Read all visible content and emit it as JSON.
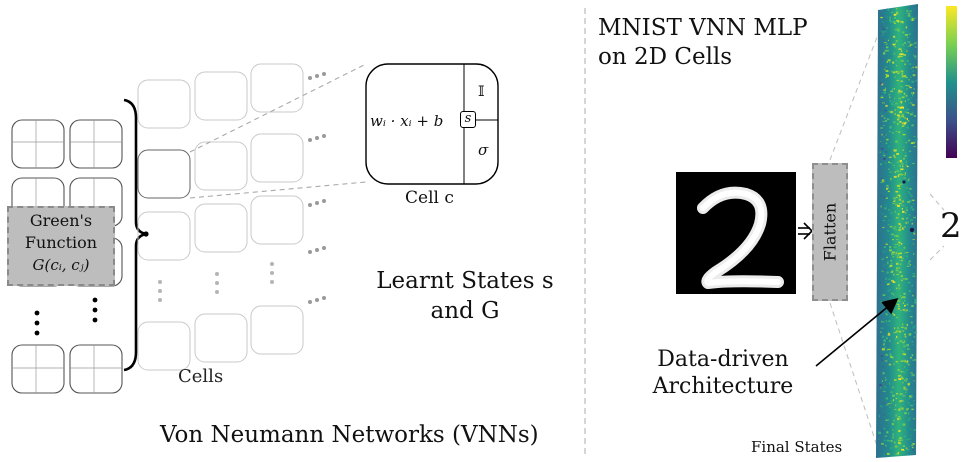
{
  "left_panel": {
    "title": "Von Neumann Networks (VNNs)",
    "green_function": {
      "line1": "Green's",
      "line2": "Function",
      "line3": "G(cᵢ, cⱼ)"
    },
    "cells_label": "Cells",
    "learnt_label": {
      "line1": "Learnt States s",
      "line2": "and G"
    },
    "neuron": {
      "formula": "wᵢ · xᵢ + b",
      "state": "s",
      "identity": "𝕀",
      "activation": "σ",
      "caption": "Cell c"
    }
  },
  "right_panel": {
    "title_line1": "MNIST VNN MLP",
    "title_line2": "on 2D Cells",
    "flatten_label": "Flatten",
    "annotation_line1": "Data-driven",
    "annotation_line2": "Architecture",
    "final_states_label": "Final States",
    "predicted_digit": "2",
    "input_digit": "2"
  },
  "colors": {
    "green_box": "#bdbdbd",
    "flatten_box": "#bdbdbd",
    "heat_low": "#3b528b",
    "heat_mid": "#21918c",
    "heat_high": "#fde725"
  }
}
